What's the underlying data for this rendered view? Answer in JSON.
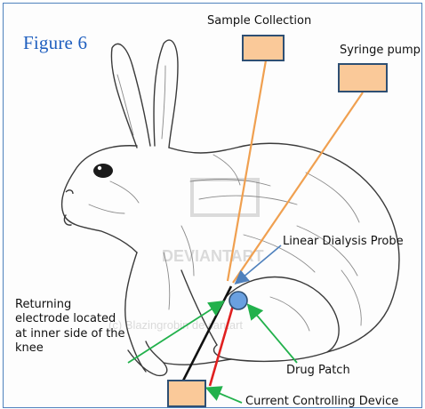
{
  "figure_title": "Figure 6",
  "watermark": {
    "brand": "DEVIANTART",
    "copyright": "(c) Blazingrobin deviantart"
  },
  "labels": {
    "sample_collection": "Sample Collection",
    "syringe_pump": "Syringe pump",
    "linear_dialysis_probe": "Linear Dialysis Probe",
    "returning_electrode": "Returning electrode located at inner side of the knee",
    "drug_patch": "Drug Patch",
    "current_controlling_device": "Current Controlling Device"
  },
  "colors": {
    "title_blue": "#1f5fbf",
    "box_fill": "#fac999",
    "box_border": "#2e4f73",
    "orange_tube": "#f0a050",
    "green_arrow": "#22b14c",
    "blue_arrow": "#4f81bd",
    "red_wire": "#e02020",
    "black_wire": "#111111",
    "patch_fill": "#6aa0e0"
  }
}
